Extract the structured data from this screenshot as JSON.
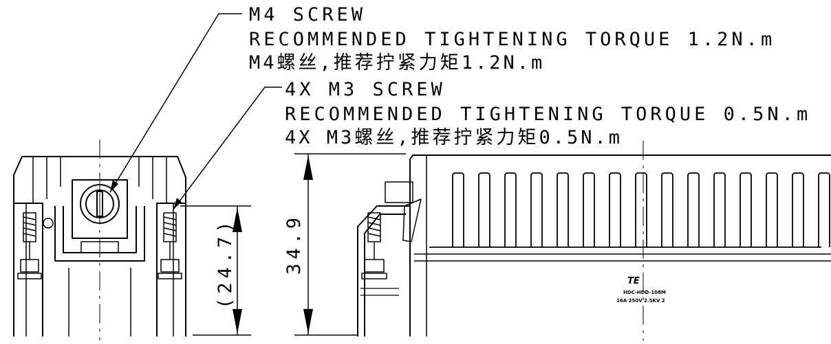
{
  "notes": {
    "m4": {
      "line1": "M4 SCREW",
      "line2": "RECOMMENDED TIGHTENING TORQUE 1.2N.m",
      "line3": "M4螺丝,推荐拧紧力矩1.2N.m"
    },
    "m3": {
      "line1": "4X M3 SCREW",
      "line2": "RECOMMENDED TIGHTENING TORQUE 0.5N.m",
      "line3": "4X M3螺丝,推荐拧紧力矩0.5N.m"
    }
  },
  "dimensions": {
    "reference_height": "(24.7)",
    "overall_height": "34.9"
  },
  "product_label": {
    "logo": "TE",
    "part_number": "HDC-HDD-108M",
    "rating": "16A 250V 2.5KV 2"
  }
}
